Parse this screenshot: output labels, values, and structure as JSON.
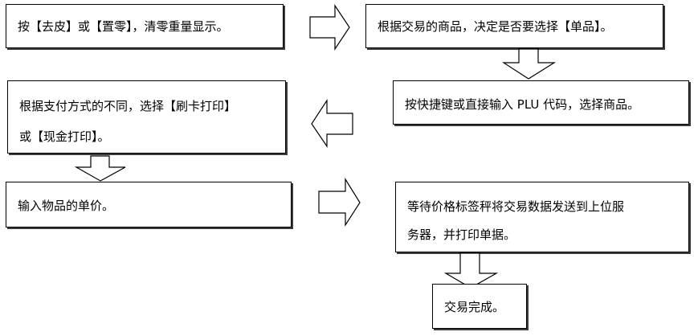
{
  "steps": [
    {
      "text": "按【去皮】或【置零】，清零重量显示。"
    },
    {
      "text": "根据交易的商品，决定是否要选择【单品】。"
    },
    {
      "text": "按快捷键或直接输入 PLU 代码，选择商品。"
    },
    {
      "line1": "根据支付方式的不同，选择【刷卡打印】",
      "line2": "或【现金打印】。"
    },
    {
      "text": "输入物品的单价。"
    },
    {
      "line1": "等待价格标签秤将交易数据发送到上位服",
      "line2": "务器，并打印单据。"
    },
    {
      "text": "交易完成。"
    }
  ],
  "colors": {
    "border": "#000000",
    "shadow": "#3a3a3a",
    "background": "#ffffff"
  }
}
